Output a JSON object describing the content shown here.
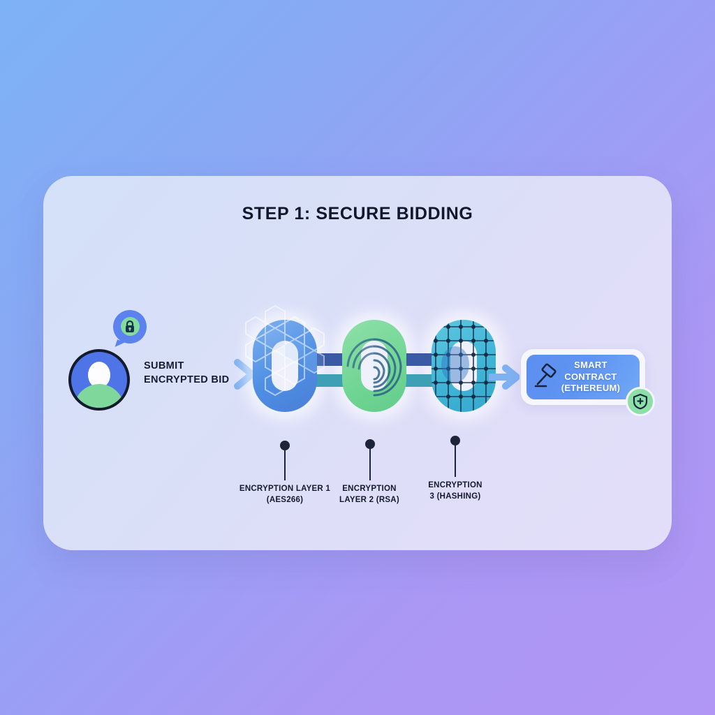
{
  "page": {
    "background_gradient_from": "#7db2f6",
    "background_gradient_to": "#b196f5"
  },
  "card": {
    "title": "STEP 1: SECURE BIDDING",
    "bg_from": "#d3e1f8",
    "bg_to": "#e3def9"
  },
  "flow": {
    "user": {
      "label_line1": "SUBMIT",
      "label_line2": "ENCRYPTED BID",
      "avatar_icon": "user-avatar-icon",
      "badge_icon": "lock-icon",
      "avatar_color": "#4f74e8",
      "badge_color": "#82dc9c"
    },
    "chevron_icon": "chevron-right-icon",
    "arrow_icon": "arrow-right-icon",
    "layers": [
      {
        "line1": "ENCRYPTION LAYER 1",
        "line2": "(AES266)",
        "color": "#4f8fe4",
        "pattern": "hexagon-mesh-icon"
      },
      {
        "line1": "ENCRYPTION",
        "line2": "LAYER 2 (RSA)",
        "color": "#70d594",
        "pattern": "fingerprint-icon"
      },
      {
        "line1": "ENCRYPTION",
        "line2": "3 (HASHING)",
        "color": "#3fb5d6",
        "pattern": "grid-mesh-icon"
      }
    ],
    "connector_bar_top_color": "#3b5aa6",
    "connector_bar_bottom_color": "#3ea0b5",
    "contract": {
      "line1": "SMART CONTRACT",
      "line2": "(ETHEREUM)",
      "icon": "gavel-icon",
      "badge_icon": "shield-plus-icon",
      "color": "#5f95f2",
      "badge_color": "#8ddfa7"
    }
  }
}
